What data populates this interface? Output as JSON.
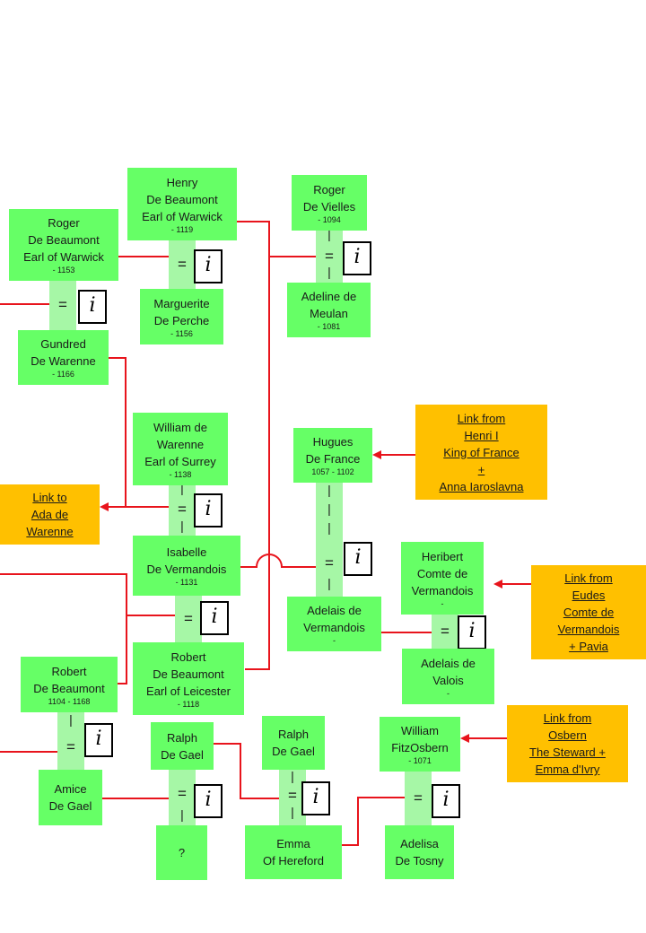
{
  "people": {
    "henry": {
      "line1": "Henry",
      "line2": "De Beaumont",
      "line3": "Earl of Warwick",
      "years": "- 1119"
    },
    "roger_vielles": {
      "line1": "Roger",
      "line2": "De Vielles",
      "years": "- 1094"
    },
    "roger_warwick": {
      "line1": "Roger",
      "line2": "De Beaumont",
      "line3": "Earl of Warwick",
      "years": "- 1153"
    },
    "marguerite": {
      "line1": "Marguerite",
      "line2": "De Perche",
      "years": "- 1156"
    },
    "adeline": {
      "line1": "Adeline de",
      "line2": "Meulan",
      "years": "- 1081"
    },
    "gundred": {
      "line1": "Gundred",
      "line2": "De Warenne",
      "years": "- 1166"
    },
    "william_warenne": {
      "line1": "William de",
      "line2": "Warenne",
      "line3": "Earl of Surrey",
      "years": "- 1138"
    },
    "hugues": {
      "line1": "Hugues",
      "line2": "De France",
      "years": "1057 - 1102"
    },
    "isabelle": {
      "line1": "Isabelle",
      "line2": "De Vermandois",
      "years": "- 1131"
    },
    "heribert": {
      "line1": "Heribert",
      "line2": "Comte de",
      "line3": "Vermandois",
      "years": "-"
    },
    "adelais_verm": {
      "line1": "Adelais de",
      "line2": "Vermandois",
      "years": "-"
    },
    "robert_leicester": {
      "line1": "Robert",
      "line2": "De Beaumont",
      "line3": "Earl of Leicester",
      "years": "- 1118"
    },
    "adelais_valois": {
      "line1": "Adelais de",
      "line2": "Valois",
      "years": "-"
    },
    "robert_1104": {
      "line1": "Robert",
      "line2": "De Beaumont",
      "years": "1104 - 1168"
    },
    "ralph1": {
      "line1": "Ralph",
      "line2": "De Gael"
    },
    "ralph2": {
      "line1": "Ralph",
      "line2": "De Gael"
    },
    "william_fitz": {
      "line1": "William",
      "line2": "FitzOsbern",
      "years": "- 1071"
    },
    "amice": {
      "line1": "Amice",
      "line2": "De Gael"
    },
    "unknown": {
      "line1": "?"
    },
    "emma": {
      "line1": "Emma",
      "line2": "Of Hereford"
    },
    "adelisa": {
      "line1": "Adelisa",
      "line2": "De Tosny"
    }
  },
  "links": {
    "henri": {
      "line1": "Link from",
      "line2": "Henri I",
      "line3": "King of France",
      "line4": "+",
      "line5": "Anna Iaroslavna"
    },
    "ada": {
      "line1": "Link to",
      "line2": "Ada de",
      "line3": "Warenne"
    },
    "eudes": {
      "line1": "Link from",
      "line2": "Eudes",
      "line3": "Comte de",
      "line4": "Vermandois",
      "line5": "+ Pavia"
    },
    "osbern": {
      "line1": "Link from",
      "line2": "Osbern",
      "line3": "The Steward +",
      "line4": "Emma d'Ivry"
    }
  },
  "marriage": {
    "equals": "=",
    "dash": "|",
    "icon_glyph": "i"
  },
  "colors": {
    "person": "#66ff66",
    "marriage_band": "#a6f7a6",
    "link_box": "#ffc000",
    "line": "#e8141c"
  }
}
